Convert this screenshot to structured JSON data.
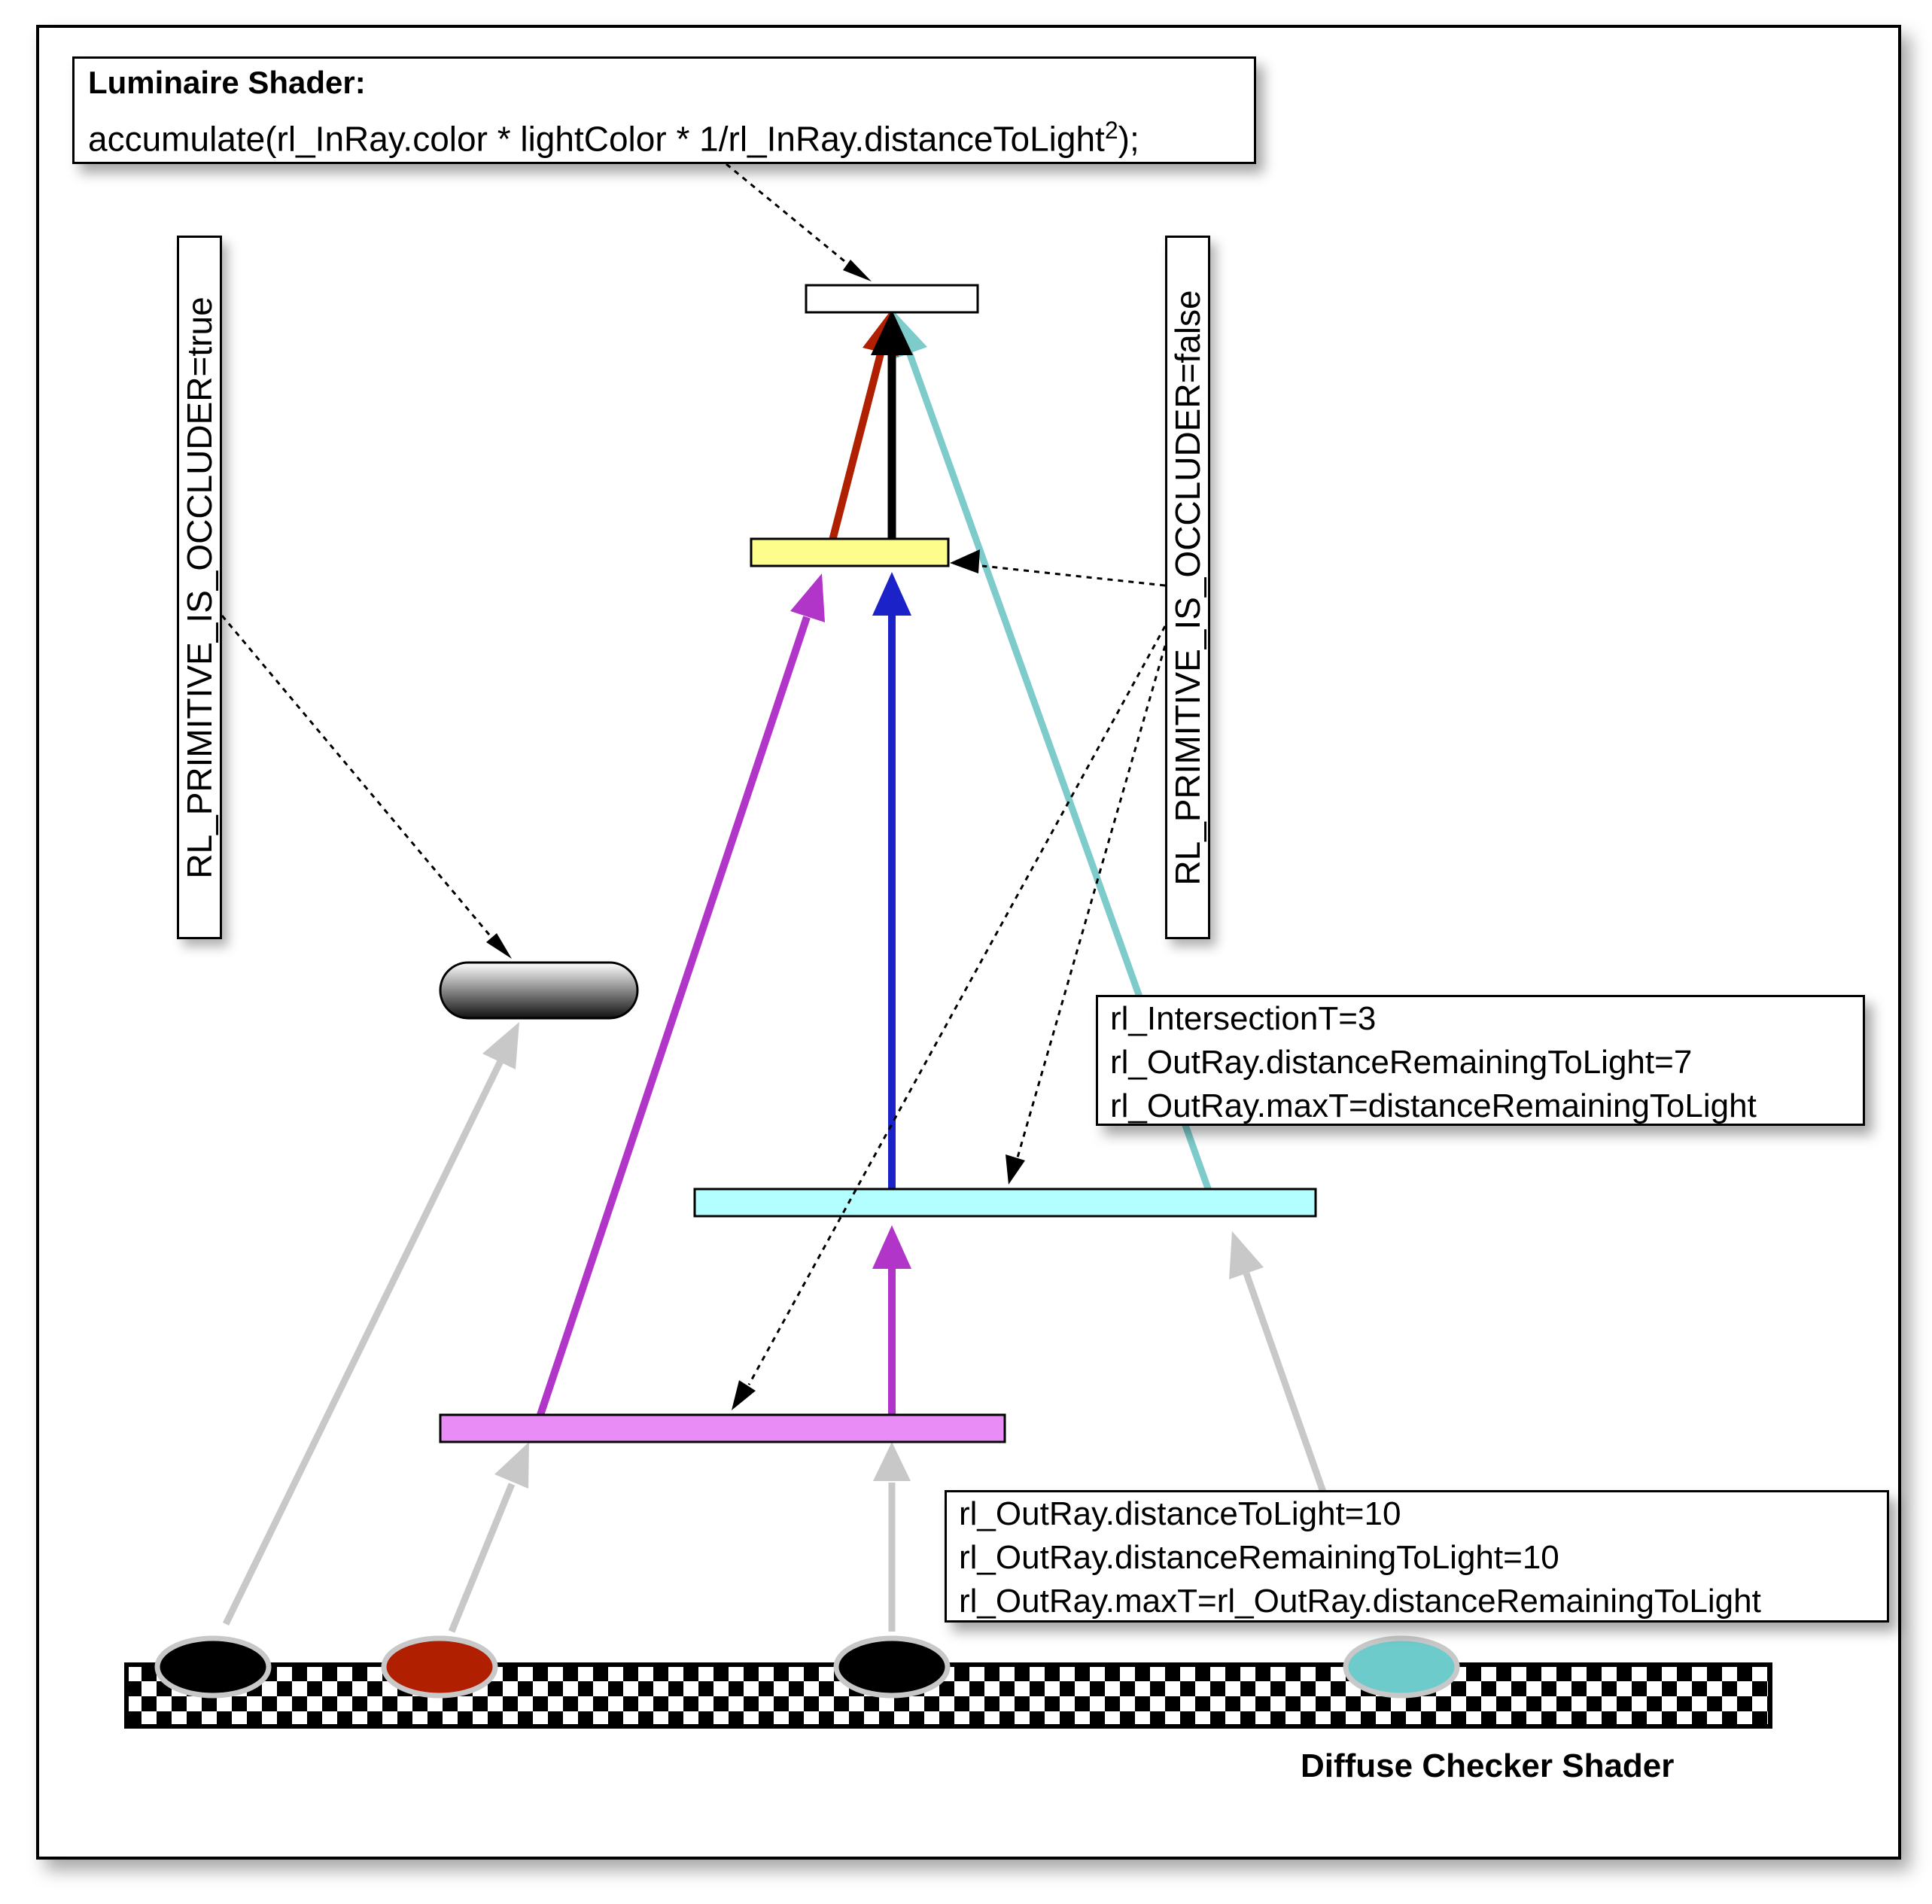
{
  "luminaire": {
    "title": "Luminaire Shader:",
    "code_main": "accumulate(rl_InRay.color * lightColor * 1/rl_InRay.distanceToLight",
    "code_sup": "2",
    "code_end": ");"
  },
  "occluder_true_label": "RL_PRIMITIVE_IS_OCCLUDER=true",
  "occluder_false_label": "RL_PRIMITIVE_IS_OCCLUDER=false",
  "mid_box": {
    "lines": [
      "rl_IntersectionT=3",
      "rl_OutRay.distanceRemainingToLight=7",
      "rl_OutRay.maxT=distanceRemainingToLight"
    ]
  },
  "bottom_box": {
    "lines": [
      "rl_OutRay.distanceToLight=10",
      "rl_OutRay.distanceRemainingToLight=10",
      "rl_OutRay.maxT=rl_OutRay.distanceRemainingToLight"
    ]
  },
  "checker_label": "Diffuse Checker Shader",
  "colors": {
    "light_plane": "#ffffff",
    "yellow_plane": "#fdfd8c",
    "cyan_plane": "#b3ffff",
    "pink_plane": "#e98cf6",
    "ray_red": "#b02000",
    "ray_black": "#000000",
    "ray_cyan": "#7ecbcc",
    "ray_blue": "#1a22c8",
    "ray_purple": "#b035c8",
    "ray_gray": "#c8c8c8",
    "origin_cyan": "#6dcbcc"
  }
}
